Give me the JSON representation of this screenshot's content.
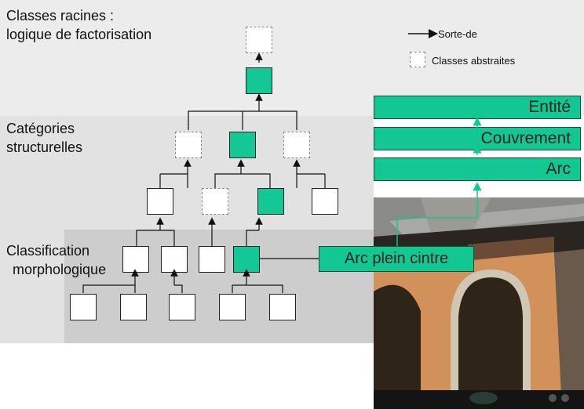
{
  "sections": {
    "root": "Classes racines :",
    "root_sub": "logique de factorisation",
    "structural": "Catégories",
    "structural_sub": "structurelles",
    "morph": "Classification",
    "morph_sub": "morphologique"
  },
  "legend": {
    "arrow_label": "Sorte-de",
    "abstract_label": "Classes abstraites"
  },
  "hierarchy": [
    "Entité",
    "Couvrement",
    "Arc"
  ],
  "instance": "Arc plein cintre",
  "colors": {
    "green": "#13c894",
    "band_light": "#ebebeb",
    "band_mid": "#e1e1e1",
    "band_dark": "#cdcdcd"
  }
}
